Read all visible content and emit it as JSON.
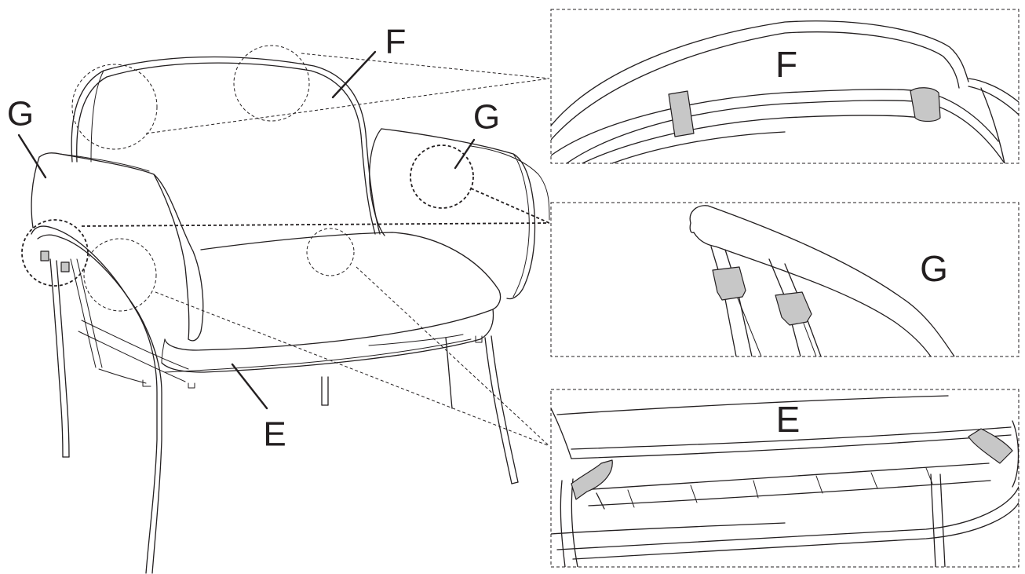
{
  "labels": {
    "main_back_cushion": "F",
    "main_left_arm_cushion": "G",
    "main_right_arm_cushion": "G",
    "main_seat_cushion": "E",
    "detail_back": "F",
    "detail_arm": "G",
    "detail_seat": "E"
  },
  "colors": {
    "line": "#231f20",
    "strap_fill": "#c7c7c7",
    "background": "#ffffff"
  }
}
